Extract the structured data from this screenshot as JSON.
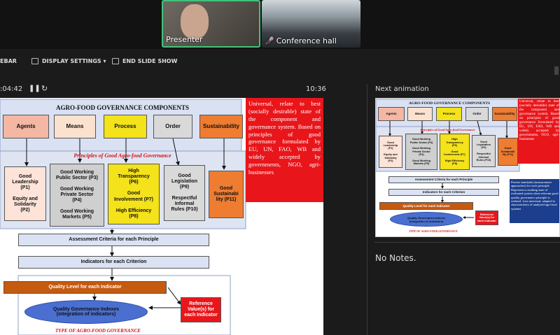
{
  "participants": [
    {
      "label": "Presenter"
    },
    {
      "label": "Conference hall"
    }
  ],
  "toolbar": {
    "sidebar_label": "EBAR",
    "display_settings": "DISPLAY SETTINGS ▾",
    "end_show": "END SLIDE SHOW"
  },
  "timer": {
    "elapsed": ":04:42",
    "pause": "❚❚",
    "restart": "↻",
    "clock": "10:36"
  },
  "next": {
    "label": "Next animation"
  },
  "notes": {
    "text": "No Notes."
  },
  "slide": {
    "title": "AGRO-FOOD GOVERNANCE COMPONENTS",
    "components": [
      "Agents",
      "Means",
      "Process",
      "Order",
      "Sustainability"
    ],
    "principles_title": "Principles of Good Agro-food Governance",
    "principles": [
      "Good\nLeadership\n(P1)\n\nEquity and\nSolidarity\n(P2)",
      "Good Working\nPublic Sector (P3)\n\nGood Working\nPrivate Sector\n(P4)\n\nGood Working\nMarkets (P5)",
      "High\nTransparency\n(P6)\n\nGood\nInvolvement (P7)\n\nHigh Efficiency\n(P8)",
      "Good\nLegislation\n(P9)\n\nRespectful\nInformal\nRules (P10)",
      "Good\nSustainabi\nlity (P11)"
    ],
    "assessment": "Assessment Criteria for each Principle",
    "indicators": "Indicators for each Criterion",
    "quality": "Quality Level for each Indicator",
    "indexes": "Quality Governance Indexes\n(integration of indicators)",
    "reference": "Reference\nValue(s) for\neach Indicator",
    "type": "TYPE OF AGRO-FOOD GOVERNANCE",
    "note": "Universal, relate to best (socially desirable) state of the component and governance system. Based on principles of good governance formulated by EU, UN, FAO, WB and widely accepted by governments, NGO, agri-businesses"
  },
  "thumb": {
    "note2": "Precise standards (measurement approaches) for each principle. Represent a resulting state of evaluated system when relevant good quality governance principle is realized. Less universal, adapted to characteristics of analyzed agri-food systems"
  },
  "colors": {
    "agents": "#f3b7a4",
    "means": "#fbe2cf",
    "process": "#f4e21a",
    "order": "#d9d9d9",
    "sustain": "#ee7c31",
    "red": "#e8161b",
    "blue": "#1c3e8c"
  }
}
